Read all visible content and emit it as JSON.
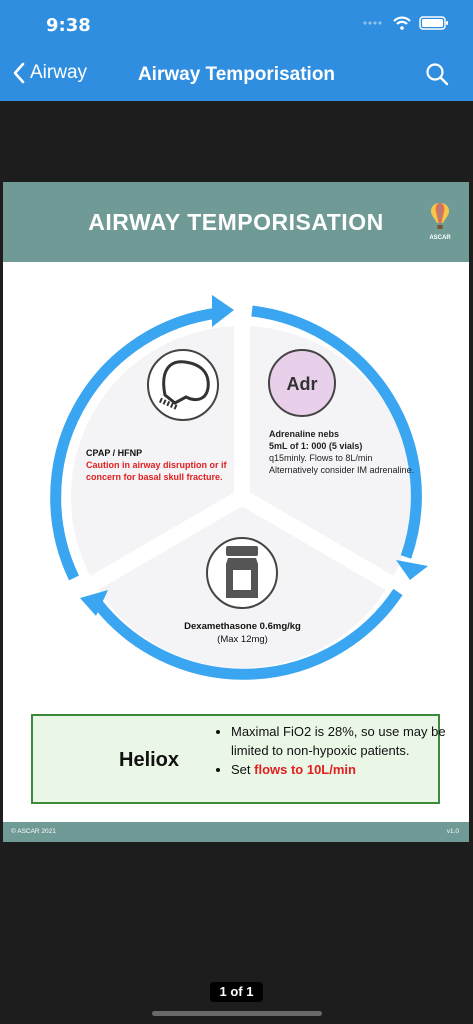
{
  "status_bar": {
    "time": "9:38"
  },
  "nav": {
    "back_label": "Airway",
    "title": "Airway Temporisation"
  },
  "document": {
    "title": "AIRWAY TEMPORISATION",
    "logo_text": "ASCAR",
    "cpap": {
      "title": "CPAP / HFNP",
      "caution": "Caution in airway disruption or if concern for basal skull fracture."
    },
    "adrenaline": {
      "icon_text": "Adr",
      "title": "Adrenaline nebs",
      "dose": "5mL of 1: 000 (5 vials)",
      "detail": "q15minly. Flows to 8L/min Alternatively consider IM adrenaline."
    },
    "dexamethasone": {
      "title": "Dexamethasone 0.6mg/kg",
      "max": "(Max 12mg)"
    },
    "heliox": {
      "label": "Heliox",
      "bullet1": "Maximal FiO2 is 28%, so use may be limited to non-hypoxic patients.",
      "bullet2_prefix": "Set ",
      "bullet2_highlight": "flows to 10L/min"
    },
    "footer": {
      "copyright": "© ASCAR 2021",
      "version": "v1.0"
    }
  },
  "pager": {
    "label": "1 of 1"
  },
  "colors": {
    "nav_blue": "#2f8ee0",
    "header_teal": "#6f9a96",
    "arrow_blue": "#3aa6f2",
    "caution_red": "#e02020",
    "heliox_green": "#3c8a3c"
  }
}
